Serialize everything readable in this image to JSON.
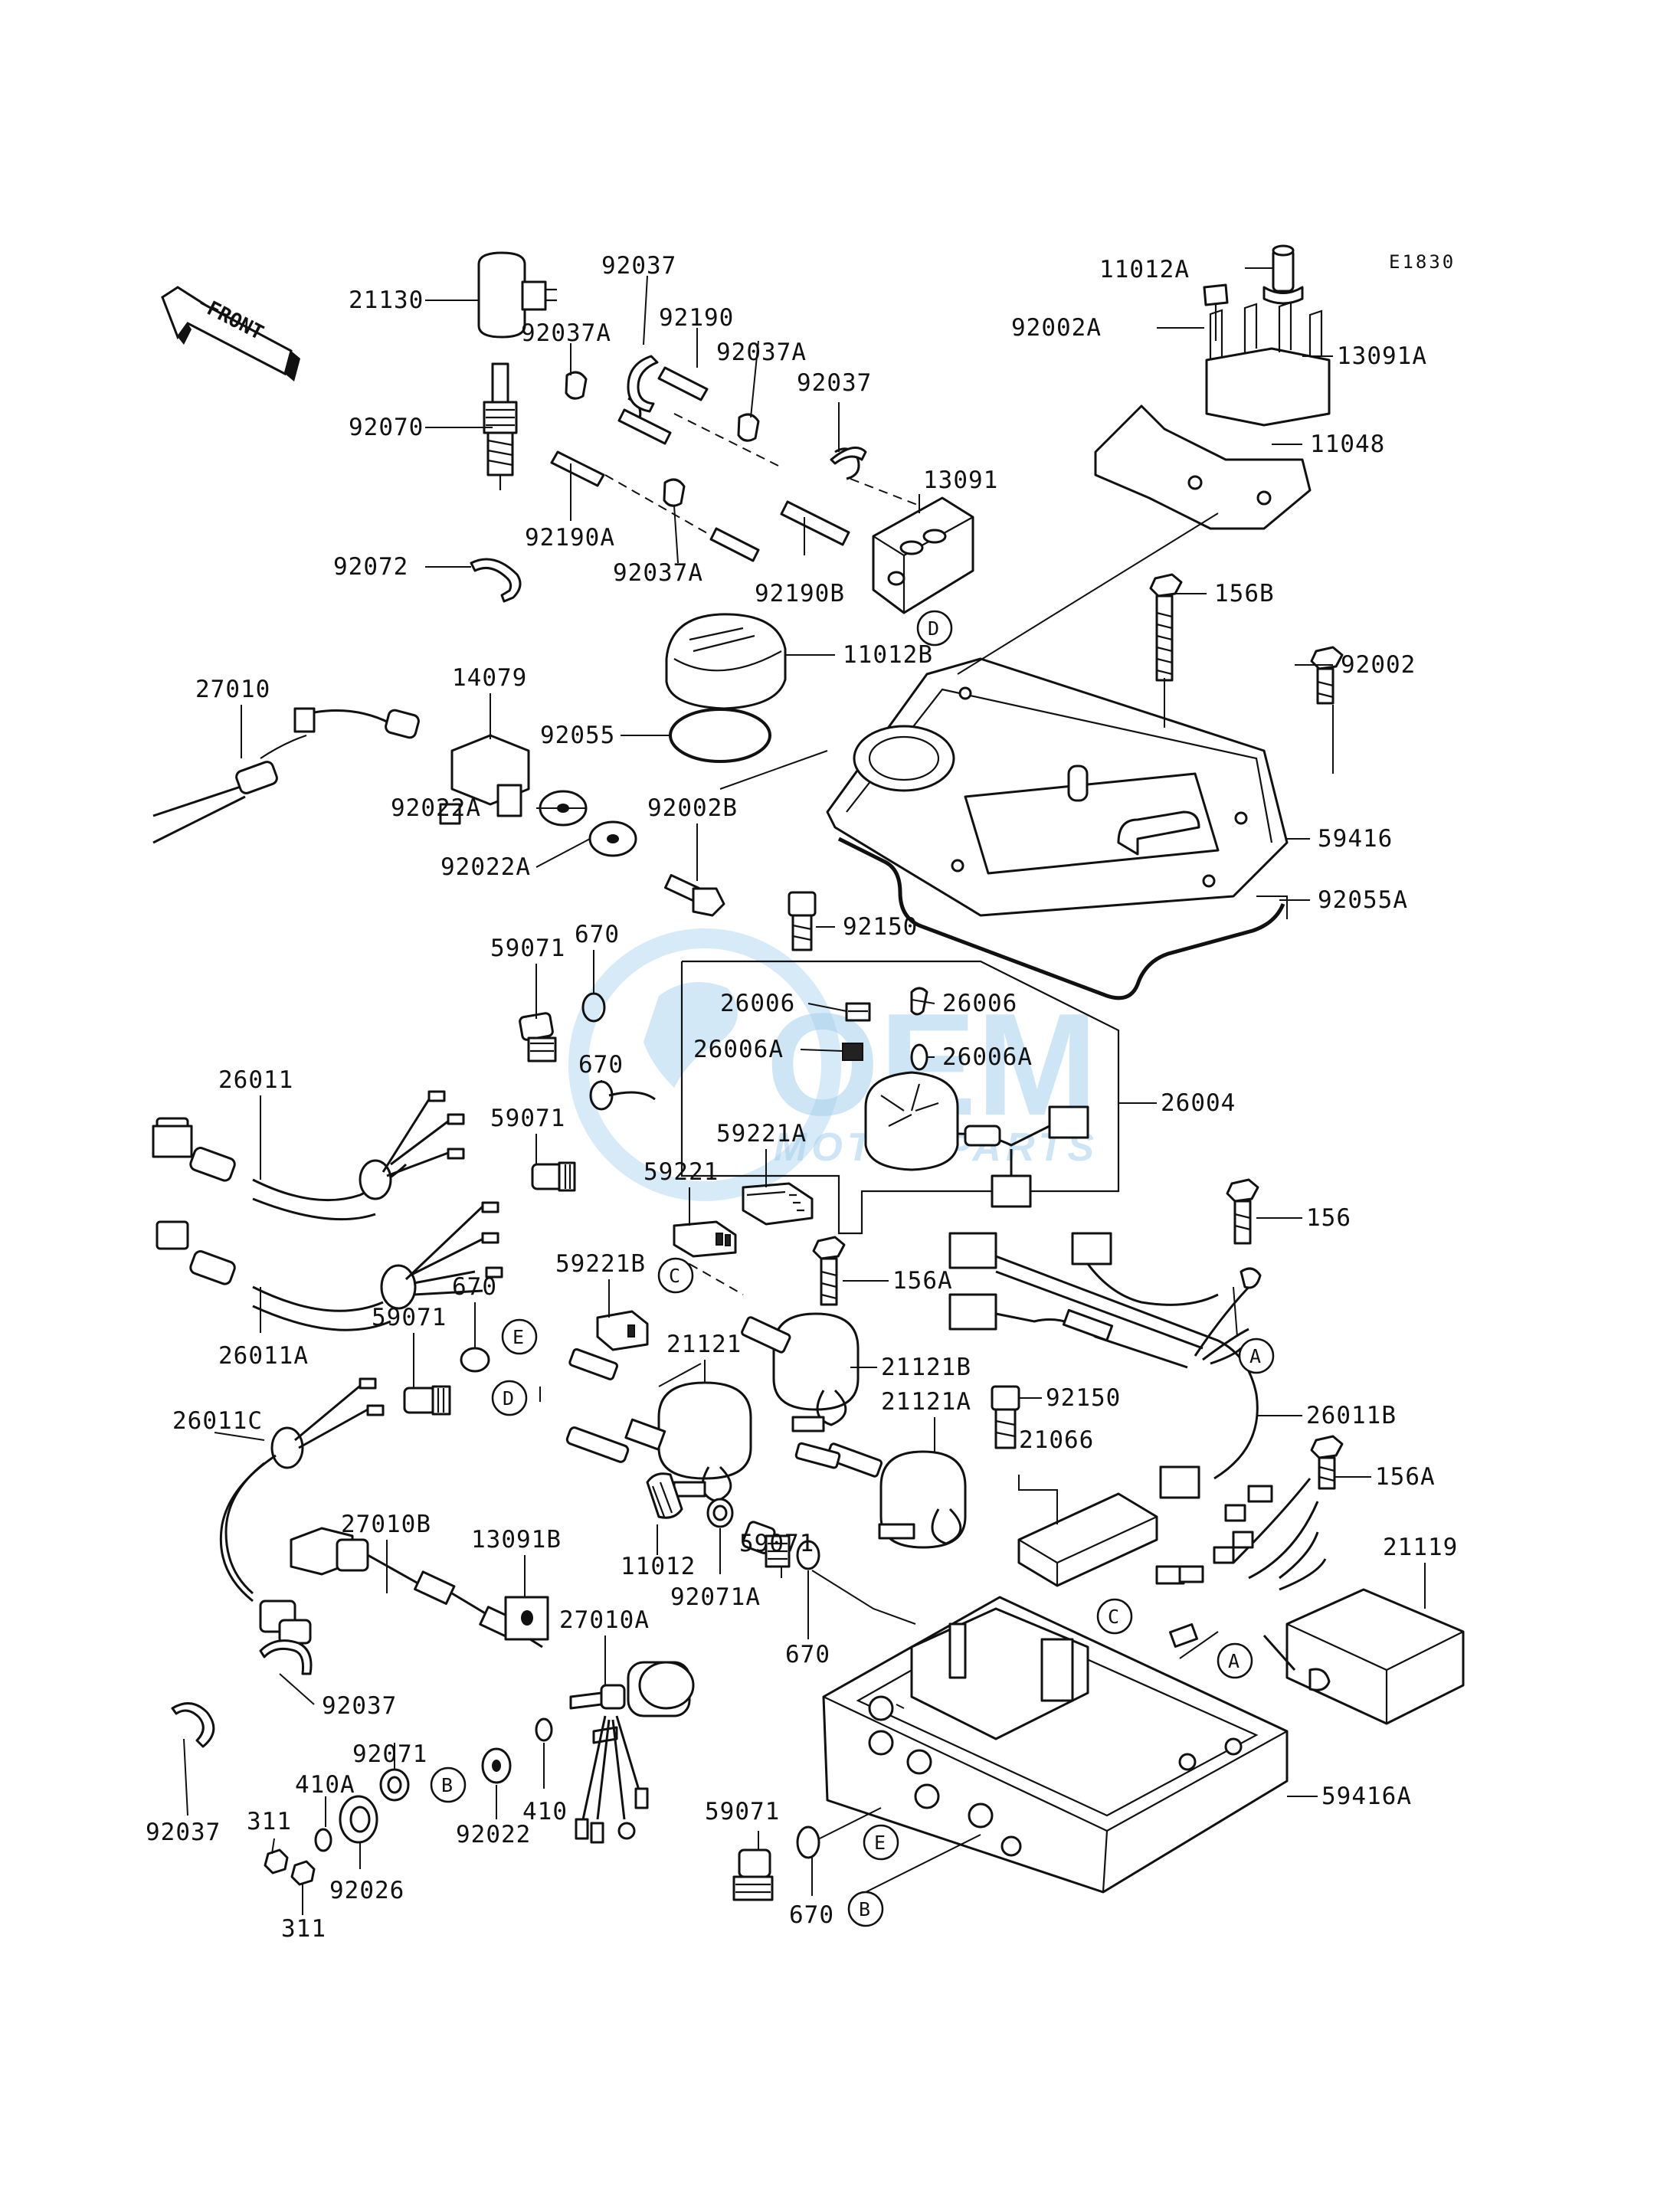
{
  "diagram": {
    "code": "E1830",
    "front_label": "FRONT",
    "watermark": {
      "brand": "OEM",
      "sub": "MOTORPARTS",
      "color": "#5aa9dd"
    },
    "labels": {
      "p21130": "21130",
      "p92037_top": "92037",
      "p92190": "92190",
      "p92037A_a": "92037A",
      "p92037A_b": "92037A",
      "p92037_b": "92037",
      "p92070": "92070",
      "p13091": "13091",
      "p92190A": "92190A",
      "p92037A_c": "92037A",
      "p92190B": "92190B",
      "p92072": "92072",
      "p11012A": "11012A",
      "p92002A": "92002A",
      "p13091A": "13091A",
      "p11048": "11048",
      "p156B": "156B",
      "p92002": "92002",
      "p11012B": "11012B",
      "p27010": "27010",
      "p14079": "14079",
      "p92055": "92055",
      "p59416": "59416",
      "p92055A": "92055A",
      "p92022A_a": "92022A",
      "p92002B": "92002B",
      "p92022A_b": "92022A",
      "p92150_a": "92150",
      "p59071_a": "59071",
      "p670_a": "670",
      "p26006_l": "26006",
      "p26006_r": "26006",
      "p26006A_l": "26006A",
      "p26006A_r": "26006A",
      "p670_b": "670",
      "p26011": "26011",
      "p59071_b": "59071",
      "p26004": "26004",
      "p59221A": "59221A",
      "p59221": "59221",
      "p156": "156",
      "p26011A": "26011A",
      "p59221B": "59221B",
      "p156A_a": "156A",
      "p670_c": "670",
      "p59071_c": "59071",
      "p21121": "21121",
      "p21121B": "21121B",
      "p26011C": "26011C",
      "p21121A": "21121A",
      "p92150_b": "92150",
      "p26011B": "26011B",
      "p21066": "21066",
      "p156A_b": "156A",
      "p27010B": "27010B",
      "p13091B": "13091B",
      "p11012": "11012",
      "p59071_d": "59071",
      "p92071A": "92071A",
      "p21119": "21119",
      "p27010A": "27010A",
      "p670_d": "670",
      "p92037_c": "92037",
      "p92071": "92071",
      "p410A": "410A",
      "p92037_d": "92037",
      "p311_a": "311",
      "p92022": "92022",
      "p410": "410",
      "p92026": "92026",
      "p311_b": "311",
      "p59071_e": "59071",
      "p59416A": "59416A",
      "p670_e": "670"
    },
    "callouts": {
      "A": "A",
      "B": "B",
      "C": "C",
      "D": "D",
      "E": "E"
    }
  }
}
